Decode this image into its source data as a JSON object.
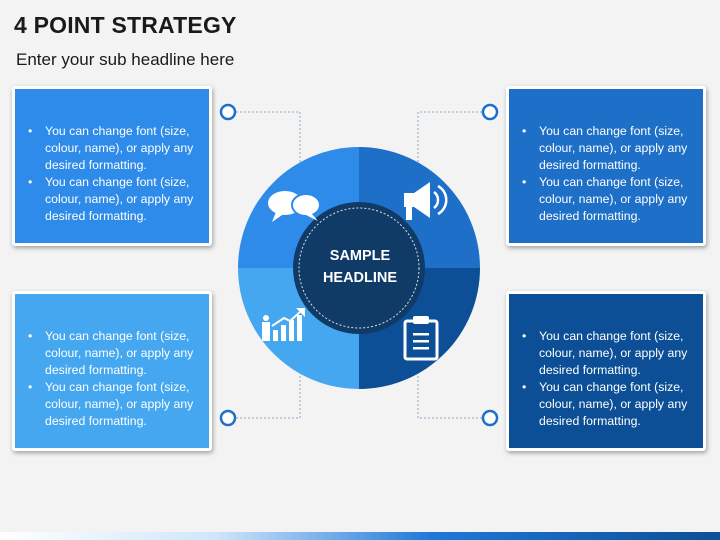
{
  "header": {
    "title": "4 POINT STRATEGY",
    "subtitle": "Enter your sub headline here"
  },
  "center": {
    "line1": "SAMPLE",
    "line2": "HEADLINE"
  },
  "boxes": {
    "top_left": [
      "You can change font (size, colour, name), or apply any desired formatting.",
      "You can change font (size, colour, name), or apply any desired formatting."
    ],
    "bottom_left": [
      "You can change font (size, colour, name), or apply any desired formatting.",
      "You can change font (size, colour, name), or apply any desired formatting."
    ],
    "top_right": [
      "You can change font (size, colour, name), or apply any desired formatting.",
      "You can change font (size, colour, name), or apply any desired formatting."
    ],
    "bottom_right": [
      "You can change font (size, colour, name), or apply any desired formatting.",
      "You can change font (size, colour, name), or apply any desired formatting."
    ]
  },
  "icons": {
    "top_left": "speech-bubbles-icon",
    "top_right": "megaphone-icon",
    "bottom_left": "growth-chart-icon",
    "bottom_right": "clipboard-icon"
  },
  "colors": {
    "top_left": "#2e8bea",
    "top_right": "#1e6fc7",
    "bottom_left": "#45a7f0",
    "bottom_right": "#0c4f96",
    "center": "#0f3b66"
  }
}
